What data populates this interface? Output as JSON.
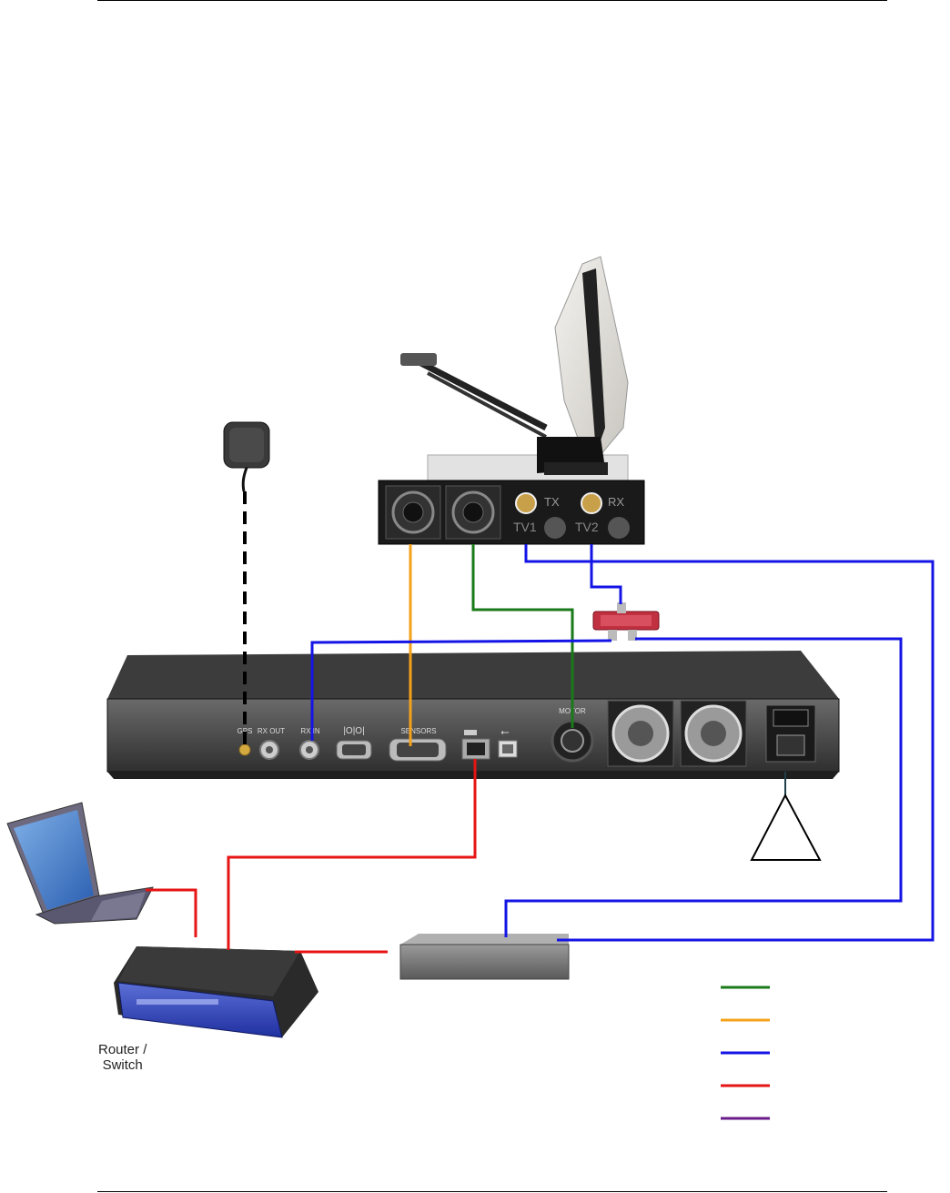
{
  "ports": {
    "gps": "GPS",
    "rx_out": "RX OUT",
    "rx_in": "RX IN",
    "serial": "|O|O|",
    "sensors": "SENSORS",
    "motor": "MOTOR"
  },
  "dish_panel": {
    "tx": "TX",
    "rx": "RX",
    "tv1": "TV1",
    "tv2": "TV2"
  },
  "router_label": [
    "Router /",
    "Switch"
  ],
  "legend": {
    "items": [
      {
        "color": "#1a7a1a"
      },
      {
        "color": "#f5a21b"
      },
      {
        "color": "#1414e6"
      },
      {
        "color": "#e61414"
      },
      {
        "color": "#6a1b8a"
      }
    ]
  },
  "colors": {
    "motor_cable": "#1a7a1a",
    "sensor_cable": "#f5a21b",
    "coax_cable": "#1414e6",
    "ethernet_cable": "#e61414",
    "gps_cable": "#000000",
    "power_cable": "#1f3f4a"
  }
}
